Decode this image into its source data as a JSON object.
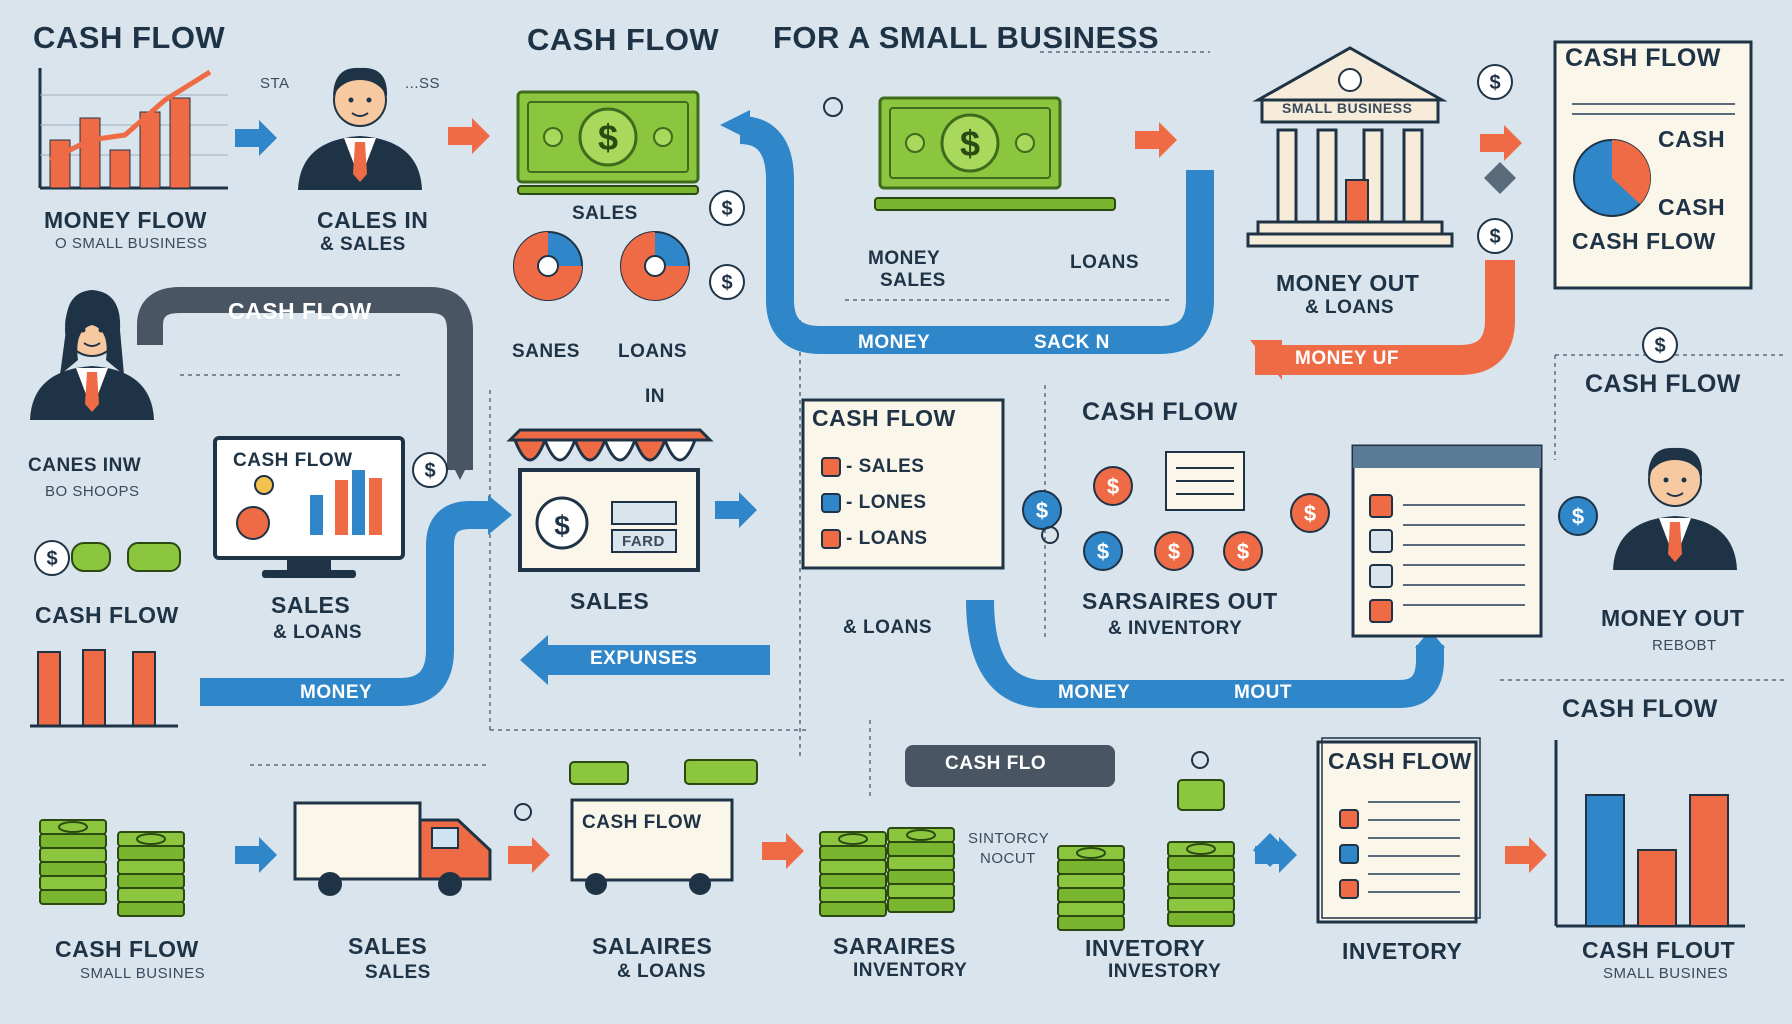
{
  "title": {
    "left": "CASH FLOW",
    "right": "FOR A SMALL BUSINESS"
  },
  "colors": {
    "background": "#d9e4ec",
    "blue": "#2f86c9",
    "orange": "#ef6b45",
    "green": "#8cc63f",
    "navy": "#1f3346"
  },
  "top_row": {
    "chart_title": "CASH FLOW",
    "chart_caption": "MONEY FLOW",
    "chart_sub": "O SMALL BUSINESS",
    "chart_note_a": "STA",
    "chart_note_b": "...SS",
    "person_caption": "CALES IN",
    "person_sub": "& SALES",
    "sales_label": "SALES",
    "pie_left_label": "SANES",
    "pie_right_label": "LOANS",
    "bill_caption_a": "MONEY",
    "bill_caption_b": "SALES",
    "bill_loans": "LOANS",
    "bank_sign": "SMALL BUSINESS",
    "bank_caption": "MONEY OUT",
    "bank_sub": "& LOANS",
    "report_title": "CASH FLOW",
    "report_cash_a": "CASH",
    "report_cash_b": "CASH",
    "report_cash_flow": "CASH FLOW"
  },
  "arrows": {
    "left_banner": "CASH FLOW",
    "top_loop_a": "MONEY",
    "top_loop_b": "SACK N",
    "money_up": "MONEY UF",
    "money_left": "MONEY",
    "expenses": "EXPUNSES",
    "money_mout_a": "MONEY",
    "money_mout_b": "MOUT",
    "cash_flo": "CASH FLO"
  },
  "middle": {
    "woman_caption": "CANES INW",
    "woman_sub": "BO SHOOPS",
    "monitor_title": "CASH FLOW",
    "monitor_caption": "SALES",
    "monitor_sub": "& LOANS",
    "left_cash_flow": "CASH FLOW",
    "in_label": "IN",
    "store_label": "SALES",
    "store_sign": "FARD",
    "checklist_title": "CASH FLOW",
    "checklist_items": [
      "- SALES",
      "- LONES",
      "- LOANS"
    ],
    "loans_label": "& LOANS",
    "coins_title": "CASH FLOW",
    "coins_caption": "SARSAIRES OUT",
    "coins_sub": "& INVENTORY",
    "right_cash_flow": "CASH FLOW",
    "man_caption": "MONEY OUT",
    "man_sub": "REBOBT"
  },
  "bottom_row": [
    {
      "caption": "CASH FLOW",
      "sub": "SMALL BUSINES"
    },
    {
      "caption": "SALES",
      "sub": "SALES"
    },
    {
      "caption": "SALAIRES",
      "sub": "& LOANS",
      "box": "CASH FLOW"
    },
    {
      "caption": "SARAIRES",
      "sub": "INVENTORY",
      "note_a": "SINTORCY",
      "note_b": "NOCUT"
    },
    {
      "caption": "INVETORY",
      "sub": "INVESTORY"
    },
    {
      "caption": "INVETORY",
      "box": "CASH FLOW"
    },
    {
      "caption": "CASH FLOUT",
      "sub": "SMALL BUSINES",
      "title": "CASH FLOW"
    }
  ]
}
